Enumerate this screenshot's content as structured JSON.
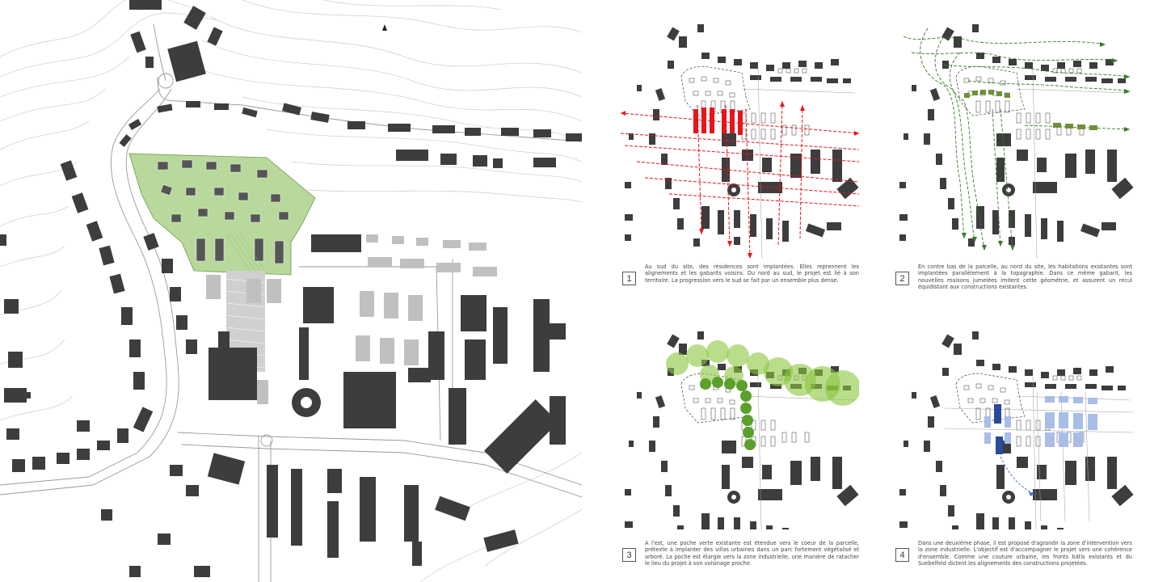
{
  "panels": [
    {
      "number": "1",
      "text": "Au sud du site, des résidences sont implantées. Elles reprennent les alignements et les gabarits voisins. Du nord au sud, le projet est lié à son territoire. La progression vers le sud se fait par un ensemble plus dense.",
      "accent": "#e8141c"
    },
    {
      "number": "2",
      "text": "En contre bas de la parcelle, au nord du site, les habitations existantes sont implantées parallèlement à la topographie. Dans ce même gabarit, les nouvelles maisons jumelées imitent cette géométrie, et assurent un recul équidistant aux constructions existantes.",
      "accent": "#3a7a2a"
    },
    {
      "number": "3",
      "text": "A l'est, une poche verte existante est étendue vers le coeur de la parcelle, prétexte à implanter des villas urbaines dans un parc fortement végétalisé et arboré. La poche est élargie vers la zone industrielle, une manière de ratacher le lieu du projet à son voisinage proche.",
      "accent": "#8cc63f"
    },
    {
      "number": "4",
      "text": "Dans une deuxième phase, il est proposé d'agrandir la zone d'intervention vers la zone industrielle. L'objectif est d'accompagner le projet vers une cohérence d'ensemble. Comme une couture urbaine, les fronts bâtis existants et du Suebelfeld dictent les alignements des constructions projetées.",
      "accent": "#4a6fc4"
    }
  ],
  "colors": {
    "building": "#3d3d3d",
    "project_green": "#b5d69a",
    "grey_building": "#bdbdbd",
    "contour": "#cfcfcf"
  }
}
